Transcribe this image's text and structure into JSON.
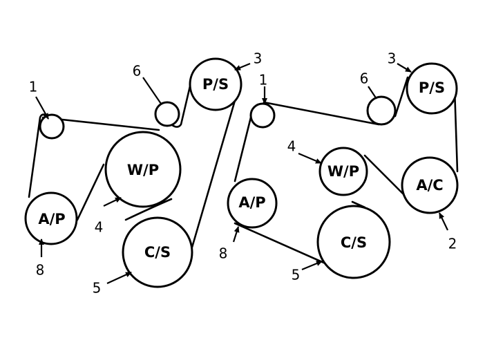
{
  "left_diagram": {
    "pulleys": {
      "ps": "P/S",
      "wp": "W/P",
      "ap": "A/P",
      "cs": "C/S"
    },
    "callouts": {
      "idler_1": "1",
      "idler_6": "6",
      "ps_3": "3",
      "wp_4": "4",
      "ap_8": "8",
      "cs_5": "5"
    }
  },
  "right_diagram": {
    "pulleys": {
      "ps": "P/S",
      "wp": "W/P",
      "ap": "A/P",
      "ac": "A/C",
      "cs": "C/S"
    },
    "callouts": {
      "idler_1": "1",
      "idler_6": "6",
      "ps_3": "3",
      "wp_4": "4",
      "ap_8": "8",
      "cs_5": "5",
      "ac_2": "2"
    }
  }
}
